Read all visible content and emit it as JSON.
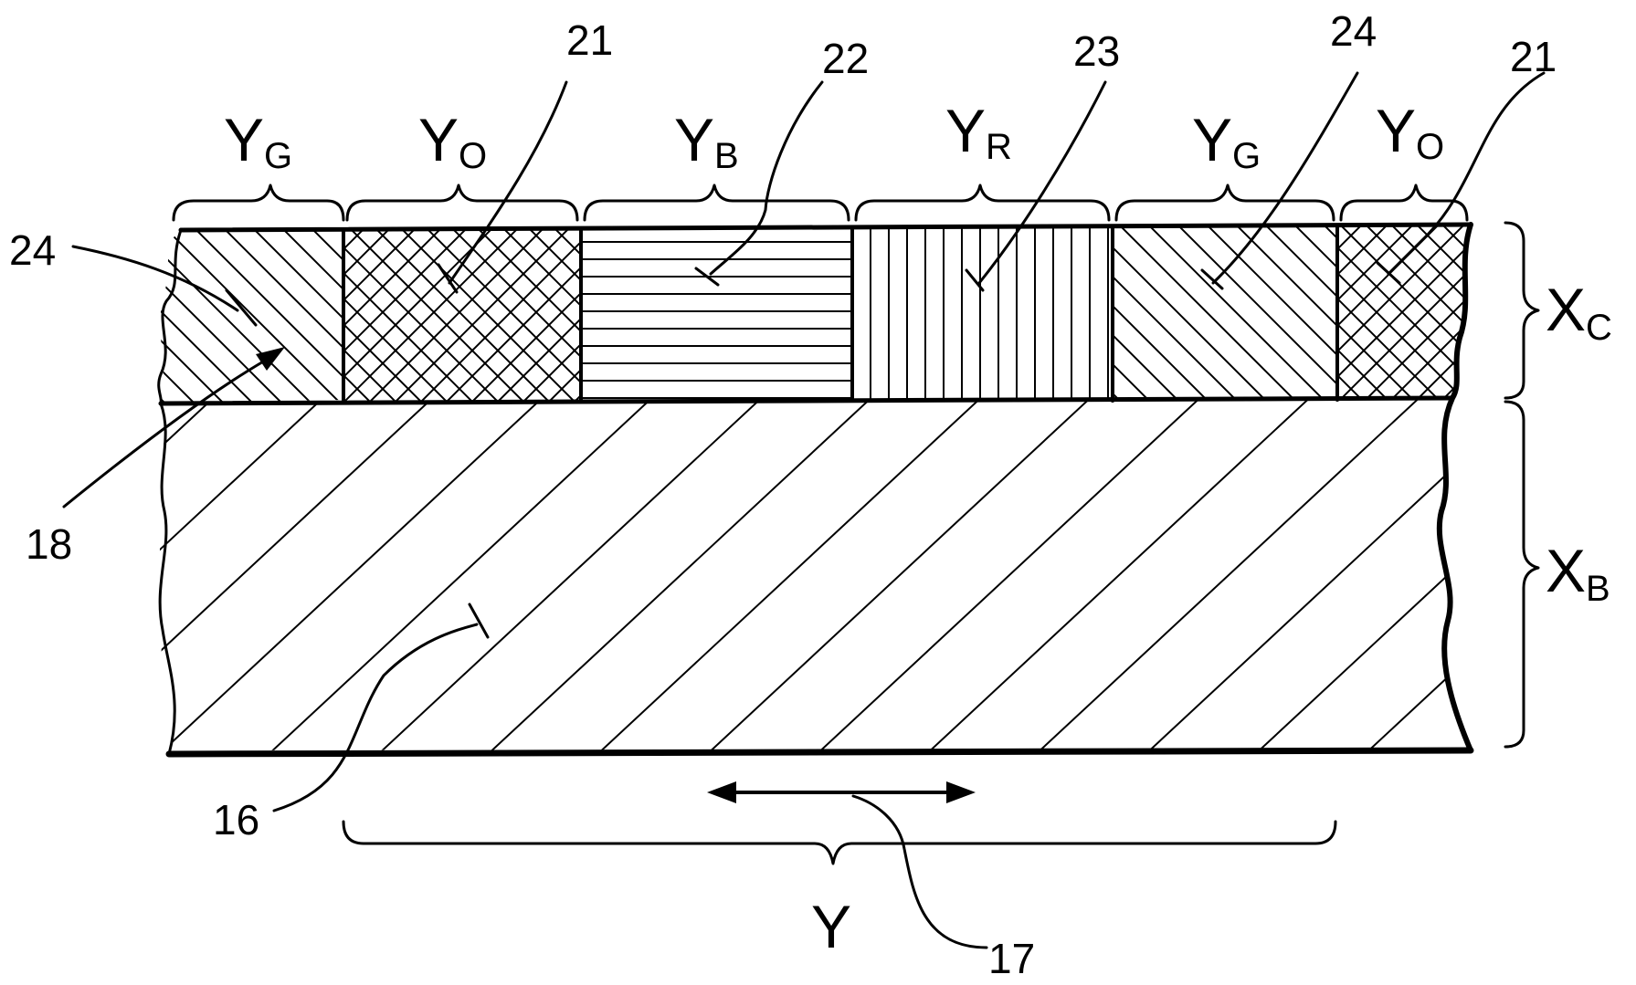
{
  "figure": {
    "regions": [
      {
        "letter": "Y",
        "subscript": "G",
        "ref": "24",
        "pattern": "diag-left"
      },
      {
        "letter": "Y",
        "subscript": "O",
        "ref": "21",
        "pattern": "crosshatch"
      },
      {
        "letter": "Y",
        "subscript": "B",
        "ref": "22",
        "pattern": "horizontal"
      },
      {
        "letter": "Y",
        "subscript": "R",
        "ref": "23",
        "pattern": "vertical"
      },
      {
        "letter": "Y",
        "subscript": "G",
        "ref": "24",
        "pattern": "diag-left"
      },
      {
        "letter": "Y",
        "subscript": "O",
        "ref": "21",
        "pattern": "crosshatch"
      }
    ],
    "side_labels": {
      "top_layer": {
        "letter": "X",
        "subscript": "C"
      },
      "bottom_layer": {
        "letter": "X",
        "subscript": "B"
      }
    },
    "bottom_label": "Y",
    "refs": {
      "layer_arrow": "18",
      "substrate": "16",
      "direction": "17"
    }
  }
}
